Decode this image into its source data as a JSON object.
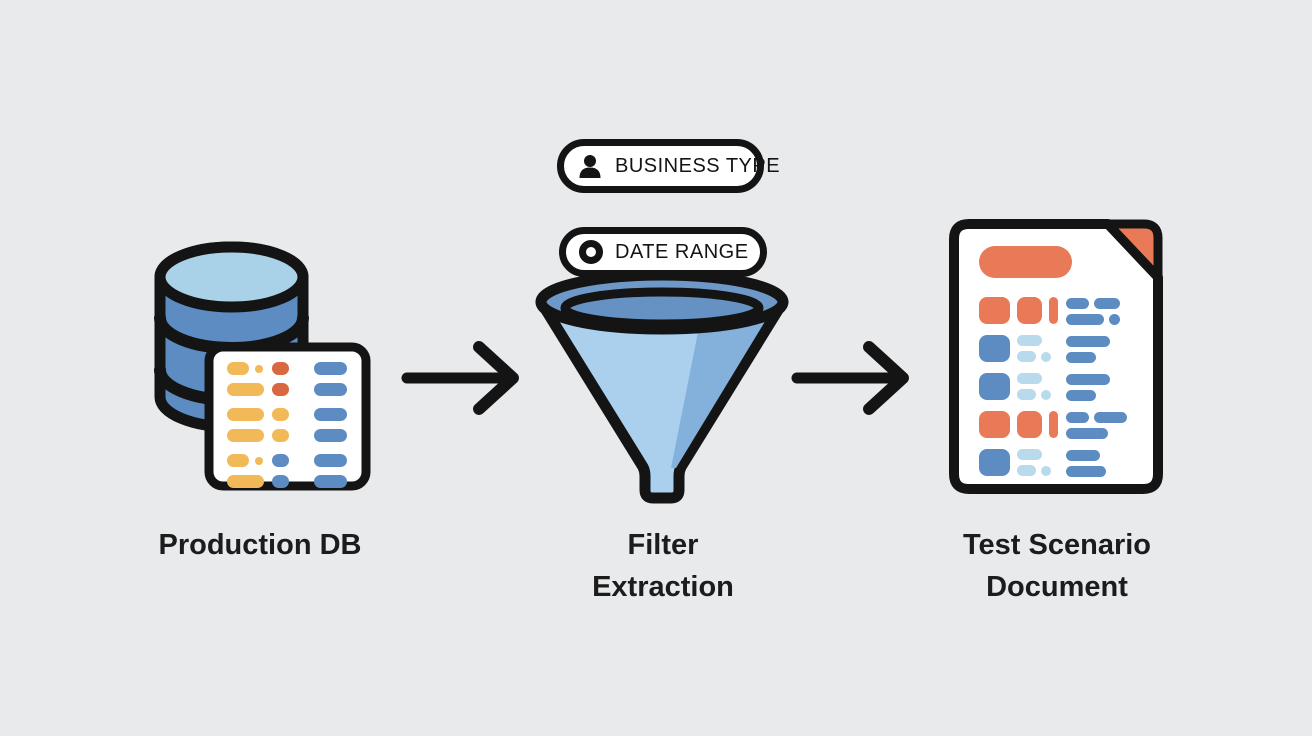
{
  "labels": {
    "production_db": "Production DB",
    "filter_line1": "Filter",
    "filter_line2": "Extraction",
    "document_line1": "Test Scenario",
    "document_line2": "Document"
  },
  "badges": {
    "business_type": {
      "icon": "person-icon",
      "label": "BUSINESS TYPE"
    },
    "date_range": {
      "icon": "ring-icon",
      "label": "DATE RANGE"
    }
  },
  "icons": {
    "source": "database-cylinder-icon with data-table-icon",
    "process": "funnel-icon",
    "output": "document-icon with folded corner",
    "connectors": "arrow-right-icon x2"
  },
  "colors": {
    "background": "#e9eaec",
    "outline": "#141414",
    "white": "#ffffff",
    "blue": "#5d8cc2",
    "light_blue": "#a9d1e8",
    "pale_blue": "#b9d9ec",
    "funnel_rim": "#6e98c8",
    "funnel_inner": "#6691c3",
    "funnel_cone": "#abd0ed",
    "funnel_shade": "#84b1dc",
    "yellow": "#f2b959",
    "orange": "#d9673f",
    "doc_orange": "#e87a58",
    "text": "#1c1c1c"
  }
}
